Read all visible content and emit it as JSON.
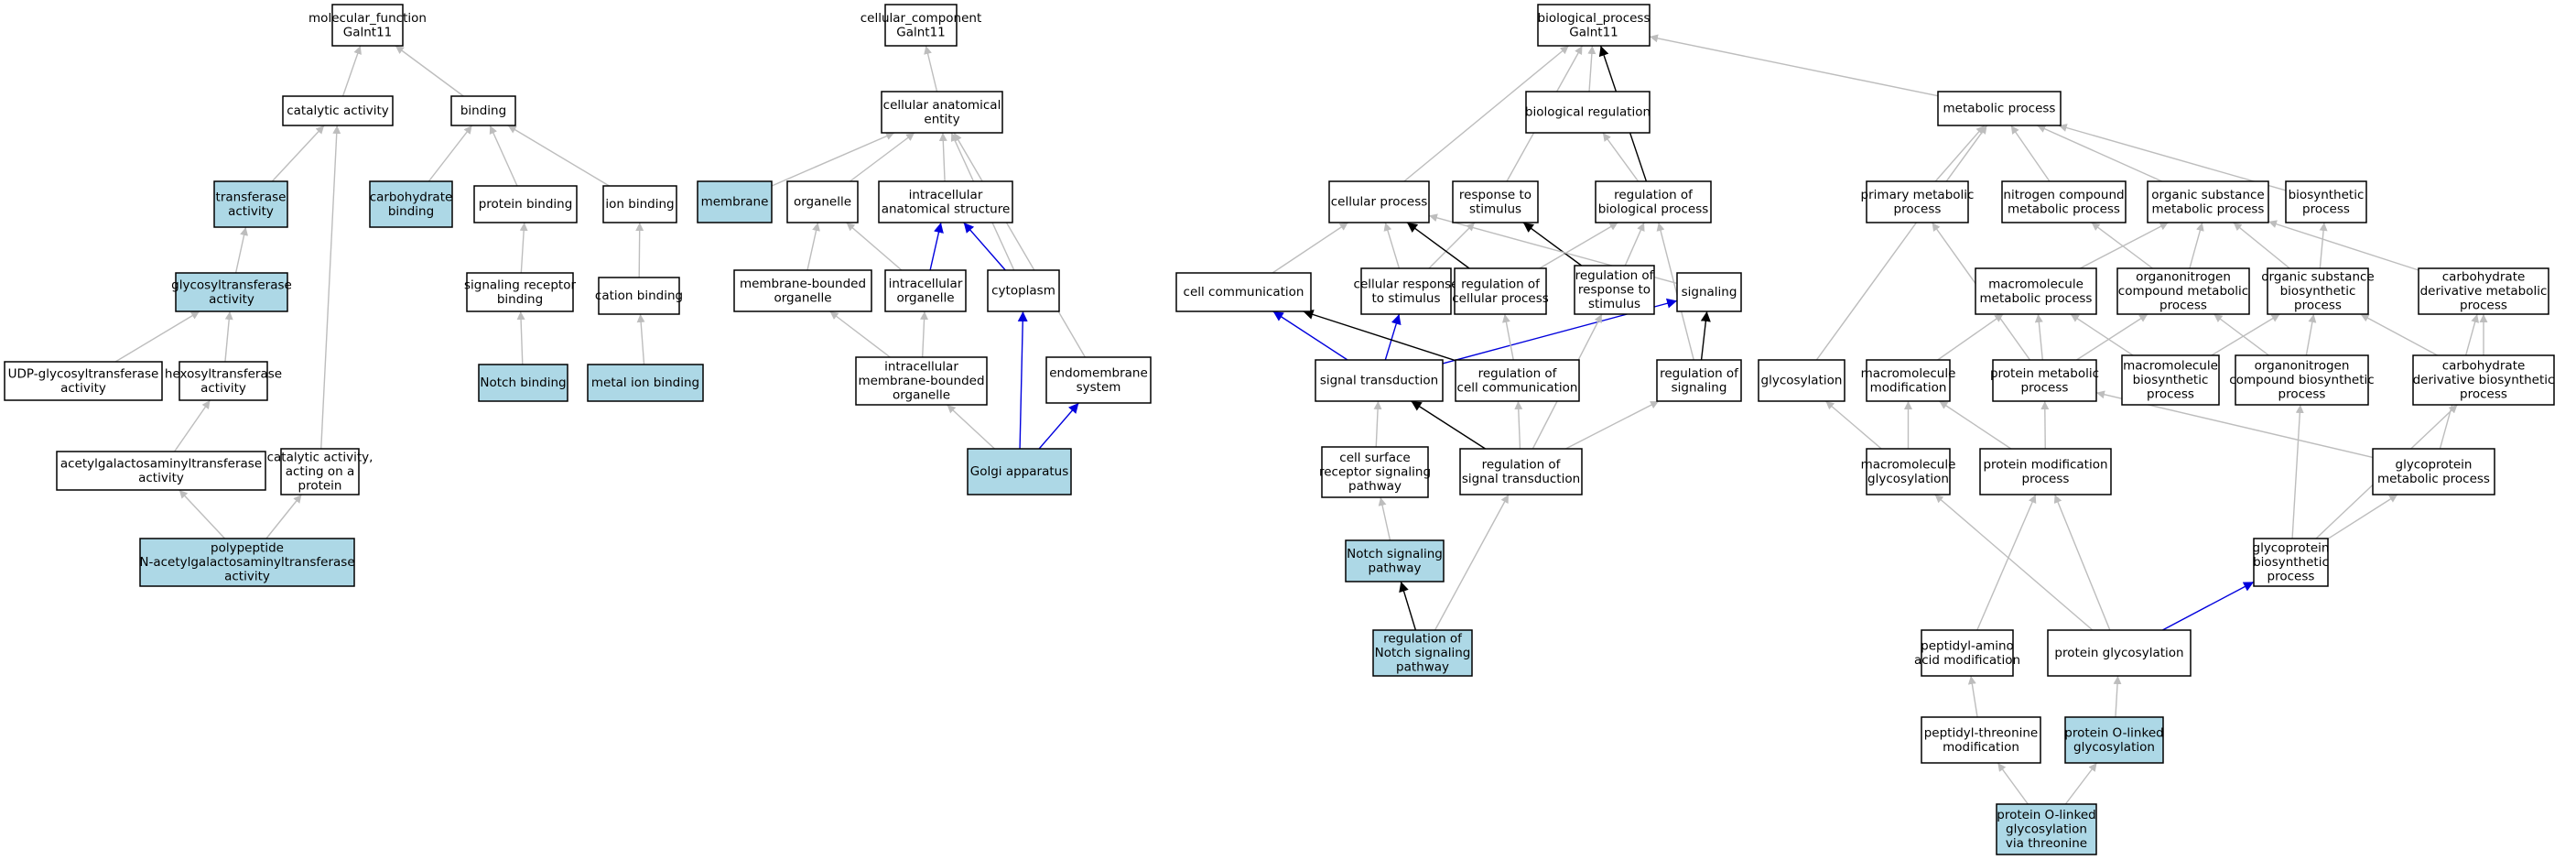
{
  "colors": {
    "highlight_fill": "#add8e6",
    "plain_fill": "#ffffff",
    "gray_edge": "#bdbdbd",
    "black_edge": "#000000",
    "blue_edge": "#0000dd"
  },
  "nodes": [
    {
      "id": "mf",
      "lines": [
        "molecular_function",
        "Galnt11"
      ],
      "highlight": false
    },
    {
      "id": "catact",
      "lines": [
        "catalytic activity"
      ],
      "highlight": false
    },
    {
      "id": "binding",
      "lines": [
        "binding"
      ],
      "highlight": false
    },
    {
      "id": "transferase",
      "lines": [
        "transferase",
        "activity"
      ],
      "highlight": true
    },
    {
      "id": "carbbind",
      "lines": [
        "carbohydrate",
        "binding"
      ],
      "highlight": true
    },
    {
      "id": "protbind",
      "lines": [
        "protein binding"
      ],
      "highlight": false
    },
    {
      "id": "ionbind",
      "lines": [
        "ion binding"
      ],
      "highlight": false
    },
    {
      "id": "glycotrans",
      "lines": [
        "glycosyltransferase",
        "activity"
      ],
      "highlight": true
    },
    {
      "id": "sigrec",
      "lines": [
        "signaling receptor",
        "binding"
      ],
      "highlight": false
    },
    {
      "id": "cation",
      "lines": [
        "cation binding"
      ],
      "highlight": false
    },
    {
      "id": "udp",
      "lines": [
        "UDP-glycosyltransferase",
        "activity"
      ],
      "highlight": false
    },
    {
      "id": "hexosyl",
      "lines": [
        "hexosyltransferase",
        "activity"
      ],
      "highlight": false
    },
    {
      "id": "notchbind",
      "lines": [
        "Notch binding"
      ],
      "highlight": true
    },
    {
      "id": "metalion",
      "lines": [
        "metal ion binding"
      ],
      "highlight": true
    },
    {
      "id": "acetylgal",
      "lines": [
        "acetylgalactosaminyltransferase",
        "activity"
      ],
      "highlight": false
    },
    {
      "id": "catprot",
      "lines": [
        "catalytic activity,",
        "acting on a",
        "protein"
      ],
      "highlight": false
    },
    {
      "id": "polypep",
      "lines": [
        "polypeptide",
        "N-acetylgalactosaminyltransferase",
        "activity"
      ],
      "highlight": true
    },
    {
      "id": "cc",
      "lines": [
        "cellular_component",
        "Galnt11"
      ],
      "highlight": false
    },
    {
      "id": "cae",
      "lines": [
        "cellular anatomical",
        "entity"
      ],
      "highlight": false
    },
    {
      "id": "membrane",
      "lines": [
        "membrane"
      ],
      "highlight": true
    },
    {
      "id": "organelle",
      "lines": [
        "organelle"
      ],
      "highlight": false
    },
    {
      "id": "ias",
      "lines": [
        "intracellular",
        "anatomical structure"
      ],
      "highlight": false
    },
    {
      "id": "mbo",
      "lines": [
        "membrane-bounded",
        "organelle"
      ],
      "highlight": false
    },
    {
      "id": "io",
      "lines": [
        "intracellular",
        "organelle"
      ],
      "highlight": false
    },
    {
      "id": "cytoplasm",
      "lines": [
        "cytoplasm"
      ],
      "highlight": false
    },
    {
      "id": "imbo",
      "lines": [
        "intracellular",
        "membrane-bounded",
        "organelle"
      ],
      "highlight": false
    },
    {
      "id": "endomem",
      "lines": [
        "endomembrane",
        "system"
      ],
      "highlight": false
    },
    {
      "id": "golgi",
      "lines": [
        "Golgi apparatus"
      ],
      "highlight": true
    },
    {
      "id": "bp",
      "lines": [
        "biological_process",
        "Galnt11"
      ],
      "highlight": false
    },
    {
      "id": "bioreg",
      "lines": [
        "biological regulation"
      ],
      "highlight": false
    },
    {
      "id": "metproc",
      "lines": [
        "metabolic process"
      ],
      "highlight": false
    },
    {
      "id": "cellproc",
      "lines": [
        "cellular process"
      ],
      "highlight": false
    },
    {
      "id": "respstim",
      "lines": [
        "response to",
        "stimulus"
      ],
      "highlight": false
    },
    {
      "id": "regbio",
      "lines": [
        "regulation of",
        "biological process"
      ],
      "highlight": false
    },
    {
      "id": "primmet",
      "lines": [
        "primary metabolic",
        "process"
      ],
      "highlight": false
    },
    {
      "id": "nitro",
      "lines": [
        "nitrogen compound",
        "metabolic process"
      ],
      "highlight": false
    },
    {
      "id": "orgsub",
      "lines": [
        "organic substance",
        "metabolic process"
      ],
      "highlight": false
    },
    {
      "id": "biosyn",
      "lines": [
        "biosynthetic",
        "process"
      ],
      "highlight": false
    },
    {
      "id": "cellcomm",
      "lines": [
        "cell communication"
      ],
      "highlight": false
    },
    {
      "id": "cellresp",
      "lines": [
        "cellular response",
        "to stimulus"
      ],
      "highlight": false
    },
    {
      "id": "regcell",
      "lines": [
        "regulation of",
        "cellular process"
      ],
      "highlight": false
    },
    {
      "id": "regresp",
      "lines": [
        "regulation of",
        "response to",
        "stimulus"
      ],
      "highlight": false
    },
    {
      "id": "signaling",
      "lines": [
        "signaling"
      ],
      "highlight": false
    },
    {
      "id": "macromet",
      "lines": [
        "macromolecule",
        "metabolic process"
      ],
      "highlight": false
    },
    {
      "id": "orgnitro",
      "lines": [
        "organonitrogen",
        "compound metabolic",
        "process"
      ],
      "highlight": false
    },
    {
      "id": "orgsubbio",
      "lines": [
        "organic substance",
        "biosynthetic",
        "process"
      ],
      "highlight": false
    },
    {
      "id": "carbmet",
      "lines": [
        "carbohydrate",
        "derivative metabolic",
        "process"
      ],
      "highlight": false
    },
    {
      "id": "sigtrans",
      "lines": [
        "signal transduction"
      ],
      "highlight": false
    },
    {
      "id": "regcellcomm",
      "lines": [
        "regulation of",
        "cell communication"
      ],
      "highlight": false
    },
    {
      "id": "regsig",
      "lines": [
        "regulation of",
        "signaling"
      ],
      "highlight": false
    },
    {
      "id": "glycosyl",
      "lines": [
        "glycosylation"
      ],
      "highlight": false
    },
    {
      "id": "macromod",
      "lines": [
        "macromolecule",
        "modification"
      ],
      "highlight": false
    },
    {
      "id": "protmet",
      "lines": [
        "protein metabolic",
        "process"
      ],
      "highlight": false
    },
    {
      "id": "macrobio",
      "lines": [
        "macromolecule",
        "biosynthetic",
        "process"
      ],
      "highlight": false
    },
    {
      "id": "orgnitrobio",
      "lines": [
        "organonitrogen",
        "compound biosynthetic",
        "process"
      ],
      "highlight": false
    },
    {
      "id": "carbbio",
      "lines": [
        "carbohydrate",
        "derivative biosynthetic",
        "process"
      ],
      "highlight": false
    },
    {
      "id": "cellsurf",
      "lines": [
        "cell surface",
        "receptor signaling",
        "pathway"
      ],
      "highlight": false
    },
    {
      "id": "regsigtrans",
      "lines": [
        "regulation of",
        "signal transduction"
      ],
      "highlight": false
    },
    {
      "id": "macroglyc",
      "lines": [
        "macromolecule",
        "glycosylation"
      ],
      "highlight": false
    },
    {
      "id": "protmod",
      "lines": [
        "protein modification",
        "process"
      ],
      "highlight": false
    },
    {
      "id": "glycopmet",
      "lines": [
        "glycoprotein",
        "metabolic process"
      ],
      "highlight": false
    },
    {
      "id": "notchpath",
      "lines": [
        "Notch signaling",
        "pathway"
      ],
      "highlight": true
    },
    {
      "id": "glycopbio",
      "lines": [
        "glycoprotein",
        "biosynthetic",
        "process"
      ],
      "highlight": false
    },
    {
      "id": "regnotch",
      "lines": [
        "regulation of",
        "Notch signaling",
        "pathway"
      ],
      "highlight": true
    },
    {
      "id": "peptamino",
      "lines": [
        "peptidyl-amino",
        "acid modification"
      ],
      "highlight": false
    },
    {
      "id": "protglyc",
      "lines": [
        "protein glycosylation"
      ],
      "highlight": false
    },
    {
      "id": "peptthr",
      "lines": [
        "peptidyl-threonine",
        "modification"
      ],
      "highlight": false
    },
    {
      "id": "protolink",
      "lines": [
        "protein O-linked",
        "glycosylation"
      ],
      "highlight": true
    },
    {
      "id": "protolinkthr",
      "lines": [
        "protein O-linked",
        "glycosylation",
        "via threonine"
      ],
      "highlight": true
    }
  ],
  "edges": [
    {
      "from": "catact",
      "to": "mf",
      "kind": "gray"
    },
    {
      "from": "binding",
      "to": "mf",
      "kind": "gray"
    },
    {
      "from": "transferase",
      "to": "catact",
      "kind": "gray"
    },
    {
      "from": "carbbind",
      "to": "binding",
      "kind": "gray"
    },
    {
      "from": "protbind",
      "to": "binding",
      "kind": "gray"
    },
    {
      "from": "ionbind",
      "to": "binding",
      "kind": "gray"
    },
    {
      "from": "glycotrans",
      "to": "transferase",
      "kind": "gray"
    },
    {
      "from": "sigrec",
      "to": "protbind",
      "kind": "gray"
    },
    {
      "from": "cation",
      "to": "ionbind",
      "kind": "gray"
    },
    {
      "from": "udp",
      "to": "glycotrans",
      "kind": "gray"
    },
    {
      "from": "hexosyl",
      "to": "glycotrans",
      "kind": "gray"
    },
    {
      "from": "notchbind",
      "to": "sigrec",
      "kind": "gray"
    },
    {
      "from": "metalion",
      "to": "cation",
      "kind": "gray"
    },
    {
      "from": "acetylgal",
      "to": "hexosyl",
      "kind": "gray"
    },
    {
      "from": "catprot",
      "to": "catact",
      "kind": "gray"
    },
    {
      "from": "polypep",
      "to": "acetylgal",
      "kind": "gray"
    },
    {
      "from": "polypep",
      "to": "catprot",
      "kind": "gray"
    },
    {
      "from": "cae",
      "to": "cc",
      "kind": "gray"
    },
    {
      "from": "membrane",
      "to": "cae",
      "kind": "gray"
    },
    {
      "from": "organelle",
      "to": "cae",
      "kind": "gray"
    },
    {
      "from": "ias",
      "to": "cae",
      "kind": "gray"
    },
    {
      "from": "mbo",
      "to": "organelle",
      "kind": "gray"
    },
    {
      "from": "io",
      "to": "organelle",
      "kind": "gray"
    },
    {
      "from": "io",
      "to": "ias",
      "kind": "blue"
    },
    {
      "from": "cytoplasm",
      "to": "ias",
      "kind": "blue"
    },
    {
      "from": "cytoplasm",
      "to": "cae",
      "kind": "gray"
    },
    {
      "from": "imbo",
      "to": "mbo",
      "kind": "gray"
    },
    {
      "from": "imbo",
      "to": "io",
      "kind": "gray"
    },
    {
      "from": "endomem",
      "to": "cae",
      "kind": "gray"
    },
    {
      "from": "golgi",
      "to": "imbo",
      "kind": "gray"
    },
    {
      "from": "golgi",
      "to": "cytoplasm",
      "kind": "blue"
    },
    {
      "from": "golgi",
      "to": "endomem",
      "kind": "blue"
    },
    {
      "from": "bioreg",
      "to": "bp",
      "kind": "gray"
    },
    {
      "from": "metproc",
      "to": "bp",
      "kind": "gray"
    },
    {
      "from": "cellproc",
      "to": "bp",
      "kind": "gray"
    },
    {
      "from": "respstim",
      "to": "bp",
      "kind": "gray"
    },
    {
      "from": "regbio",
      "to": "bp",
      "kind": "black"
    },
    {
      "from": "regbio",
      "to": "bioreg",
      "kind": "gray"
    },
    {
      "from": "primmet",
      "to": "metproc",
      "kind": "gray"
    },
    {
      "from": "nitro",
      "to": "metproc",
      "kind": "gray"
    },
    {
      "from": "orgsub",
      "to": "metproc",
      "kind": "gray"
    },
    {
      "from": "biosyn",
      "to": "metproc",
      "kind": "gray"
    },
    {
      "from": "cellcomm",
      "to": "cellproc",
      "kind": "gray"
    },
    {
      "from": "cellresp",
      "to": "cellproc",
      "kind": "gray"
    },
    {
      "from": "cellresp",
      "to": "respstim",
      "kind": "gray"
    },
    {
      "from": "regcell",
      "to": "cellproc",
      "kind": "black"
    },
    {
      "from": "regcell",
      "to": "regbio",
      "kind": "gray"
    },
    {
      "from": "regresp",
      "to": "respstim",
      "kind": "black"
    },
    {
      "from": "regresp",
      "to": "regbio",
      "kind": "gray"
    },
    {
      "from": "signaling",
      "to": "cellproc",
      "kind": "gray"
    },
    {
      "from": "macromet",
      "to": "orgsub",
      "kind": "gray"
    },
    {
      "from": "orgnitro",
      "to": "orgsub",
      "kind": "gray"
    },
    {
      "from": "orgnitro",
      "to": "nitro",
      "kind": "gray"
    },
    {
      "from": "orgsubbio",
      "to": "orgsub",
      "kind": "gray"
    },
    {
      "from": "orgsubbio",
      "to": "biosyn",
      "kind": "gray"
    },
    {
      "from": "carbmet",
      "to": "orgsub",
      "kind": "gray"
    },
    {
      "from": "sigtrans",
      "to": "cellcomm",
      "kind": "blue"
    },
    {
      "from": "sigtrans",
      "to": "cellresp",
      "kind": "blue"
    },
    {
      "from": "sigtrans",
      "to": "signaling",
      "kind": "blue"
    },
    {
      "from": "regcellcomm",
      "to": "cellcomm",
      "kind": "black"
    },
    {
      "from": "regcellcomm",
      "to": "regcell",
      "kind": "gray"
    },
    {
      "from": "regsig",
      "to": "signaling",
      "kind": "black"
    },
    {
      "from": "regsig",
      "to": "regbio",
      "kind": "gray"
    },
    {
      "from": "glycosyl",
      "to": "metproc",
      "kind": "gray"
    },
    {
      "from": "macromod",
      "to": "macromet",
      "kind": "gray"
    },
    {
      "from": "protmet",
      "to": "macromet",
      "kind": "gray"
    },
    {
      "from": "protmet",
      "to": "primmet",
      "kind": "gray"
    },
    {
      "from": "protmet",
      "to": "orgnitro",
      "kind": "gray"
    },
    {
      "from": "macrobio",
      "to": "macromet",
      "kind": "gray"
    },
    {
      "from": "macrobio",
      "to": "orgsubbio",
      "kind": "gray"
    },
    {
      "from": "orgnitrobio",
      "to": "orgnitro",
      "kind": "gray"
    },
    {
      "from": "orgnitrobio",
      "to": "orgsubbio",
      "kind": "gray"
    },
    {
      "from": "carbbio",
      "to": "carbmet",
      "kind": "gray"
    },
    {
      "from": "carbbio",
      "to": "orgsubbio",
      "kind": "gray"
    },
    {
      "from": "cellsurf",
      "to": "sigtrans",
      "kind": "gray"
    },
    {
      "from": "regsigtrans",
      "to": "sigtrans",
      "kind": "black"
    },
    {
      "from": "regsigtrans",
      "to": "regcellcomm",
      "kind": "gray"
    },
    {
      "from": "regsigtrans",
      "to": "regsig",
      "kind": "gray"
    },
    {
      "from": "regsigtrans",
      "to": "regresp",
      "kind": "gray"
    },
    {
      "from": "macroglyc",
      "to": "glycosyl",
      "kind": "gray"
    },
    {
      "from": "macroglyc",
      "to": "macromod",
      "kind": "gray"
    },
    {
      "from": "protmod",
      "to": "macromod",
      "kind": "gray"
    },
    {
      "from": "protmod",
      "to": "protmet",
      "kind": "gray"
    },
    {
      "from": "glycopmet",
      "to": "protmet",
      "kind": "gray"
    },
    {
      "from": "glycopmet",
      "to": "carbmet",
      "kind": "gray"
    },
    {
      "from": "notchpath",
      "to": "cellsurf",
      "kind": "gray"
    },
    {
      "from": "glycopbio",
      "to": "glycopmet",
      "kind": "gray"
    },
    {
      "from": "glycopbio",
      "to": "orgnitrobio",
      "kind": "gray"
    },
    {
      "from": "glycopbio",
      "to": "carbbio",
      "kind": "gray"
    },
    {
      "from": "regnotch",
      "to": "notchpath",
      "kind": "black"
    },
    {
      "from": "regnotch",
      "to": "regsigtrans",
      "kind": "gray"
    },
    {
      "from": "peptamino",
      "to": "protmod",
      "kind": "gray"
    },
    {
      "from": "protglyc",
      "to": "glycopbio",
      "kind": "blue"
    },
    {
      "from": "protglyc",
      "to": "macroglyc",
      "kind": "gray"
    },
    {
      "from": "protglyc",
      "to": "protmod",
      "kind": "gray"
    },
    {
      "from": "peptthr",
      "to": "peptamino",
      "kind": "gray"
    },
    {
      "from": "protolink",
      "to": "protglyc",
      "kind": "gray"
    },
    {
      "from": "protolinkthr",
      "to": "peptthr",
      "kind": "gray"
    },
    {
      "from": "protolinkthr",
      "to": "protolink",
      "kind": "gray"
    }
  ]
}
